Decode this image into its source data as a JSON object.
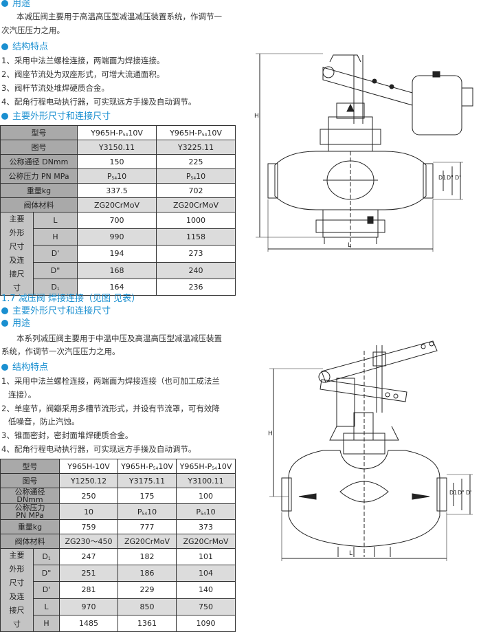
{
  "s1": {
    "use_heading": "用途",
    "use_lines": [
      "本减压阀主要用于高温高压型减温减压装置系统，作调节一",
      "次汽压压力之用。"
    ],
    "feat_heading": "结构特点",
    "feat_lines": [
      "1、采用中法兰螺栓连接，两端面为焊接连接。",
      "2、阀座节流处为双座形式，可增大流通面积。",
      "3、阀杆节流处堆焊硬质合金。",
      "4、配角行程电动执行器，可实现远方手操及自动调节。"
    ],
    "dim_heading": "主要外形尺寸和连接尺寸",
    "table": {
      "model_label": "型号",
      "models": [
        {
          "main": "Y965H-P",
          "sub": "54",
          "tail": "10V"
        },
        {
          "main": "Y965H-P",
          "sub": "54",
          "tail": "10V"
        }
      ],
      "drawing_label": "图号",
      "drawings": [
        "Y3150.11",
        "Y3225.11"
      ],
      "dn_label": "公称通径 DNmm",
      "dn": [
        "150",
        "225"
      ],
      "pn_label": "公称压力 PN MPa",
      "pn": [
        {
          "main": "P",
          "sub": "54",
          "tail": "10"
        },
        {
          "main": "P",
          "sub": "54",
          "tail": "10"
        }
      ],
      "weight_label": "重量kg",
      "weight": [
        "337.5",
        "702"
      ],
      "material_label": "阀体材料",
      "material": [
        "ZG20CrMoV",
        "ZG20CrMoV"
      ],
      "group_label": [
        "主要",
        "外形",
        "尺寸",
        "及连",
        "接尺",
        "寸"
      ],
      "dims": [
        {
          "name": "L",
          "values": [
            "700",
            "1000"
          ]
        },
        {
          "name": "H",
          "values": [
            "990",
            "1158"
          ]
        },
        {
          "name": "D'",
          "values": [
            "194",
            "273"
          ]
        },
        {
          "name": "D\"",
          "values": [
            "168",
            "240"
          ]
        },
        {
          "name": "D",
          "sub": "1",
          "values": [
            "164",
            "236"
          ]
        }
      ]
    }
  },
  "s2": {
    "title": "1.7 减压阀 焊接连接（见图 见表）",
    "dim_heading": "主要外形尺寸和连接尺寸",
    "use_heading": "用途",
    "use_lines": [
      "本系列减压阀主要用于中温中压及高温高压型减温减压装置",
      "系统，作调节一次汽压压力之用。"
    ],
    "feat_heading": "结构特点",
    "feat_lines": [
      "1、采用中法兰螺栓连接，两端面为焊接连接（也可加工成法兰",
      "连接）。",
      "2、单座节，阀瓣采用多槽节流形式，并设有节流罩，可有效降",
      "低噪音，防止汽蚀。",
      "3、锥面密封，密封面堆焊硬质合金。",
      "4、配角行程电动执行器，可实现远方手操及自动调节。"
    ],
    "table": {
      "model_label": "型号",
      "models": [
        {
          "main": "Y965H-10V",
          "sub": "",
          "tail": ""
        },
        {
          "main": "Y965H-P",
          "sub": "54",
          "tail": "10V"
        },
        {
          "main": "Y965H-P",
          "sub": "54",
          "tail": "10V"
        }
      ],
      "drawing_label": "图号",
      "drawings": [
        "Y1250.12",
        "Y3175.11",
        "Y3100.11"
      ],
      "dn_label": [
        "公称通径",
        "DNmm"
      ],
      "dn": [
        "250",
        "175",
        "100"
      ],
      "pn_label": [
        "公称压力",
        "PN MPa"
      ],
      "pn": [
        {
          "main": "10",
          "sub": "",
          "tail": ""
        },
        {
          "main": "P",
          "sub": "54",
          "tail": "10"
        },
        {
          "main": "P",
          "sub": "54",
          "tail": "10"
        }
      ],
      "weight_label": "重量kg",
      "weight": [
        "759",
        "777",
        "373"
      ],
      "material_label": "阀体材料",
      "material": [
        "ZG230～450",
        "ZG20CrMoV",
        "ZG20CrMoV"
      ],
      "group_label": [
        "主要",
        "外形",
        "尺寸",
        "及连",
        "接尺",
        "寸"
      ],
      "dims": [
        {
          "name": "D",
          "sub": "1",
          "values": [
            "247",
            "182",
            "101"
          ]
        },
        {
          "name": "D\"",
          "values": [
            "251",
            "186",
            "104"
          ]
        },
        {
          "name": "D'",
          "values": [
            "281",
            "229",
            "140"
          ]
        },
        {
          "name": "L",
          "values": [
            "970",
            "850",
            "750"
          ]
        },
        {
          "name": "H",
          "values": [
            "1485",
            "1361",
            "1090"
          ]
        }
      ]
    }
  },
  "drawings": {
    "top": {
      "H": "H",
      "L": "L",
      "D1": "D1",
      "D2": "D\"",
      "D3": "D'"
    },
    "bottom": {
      "H": "H",
      "L": "L",
      "D1": "D1",
      "D2": "D\"",
      "D3": "D'"
    }
  }
}
